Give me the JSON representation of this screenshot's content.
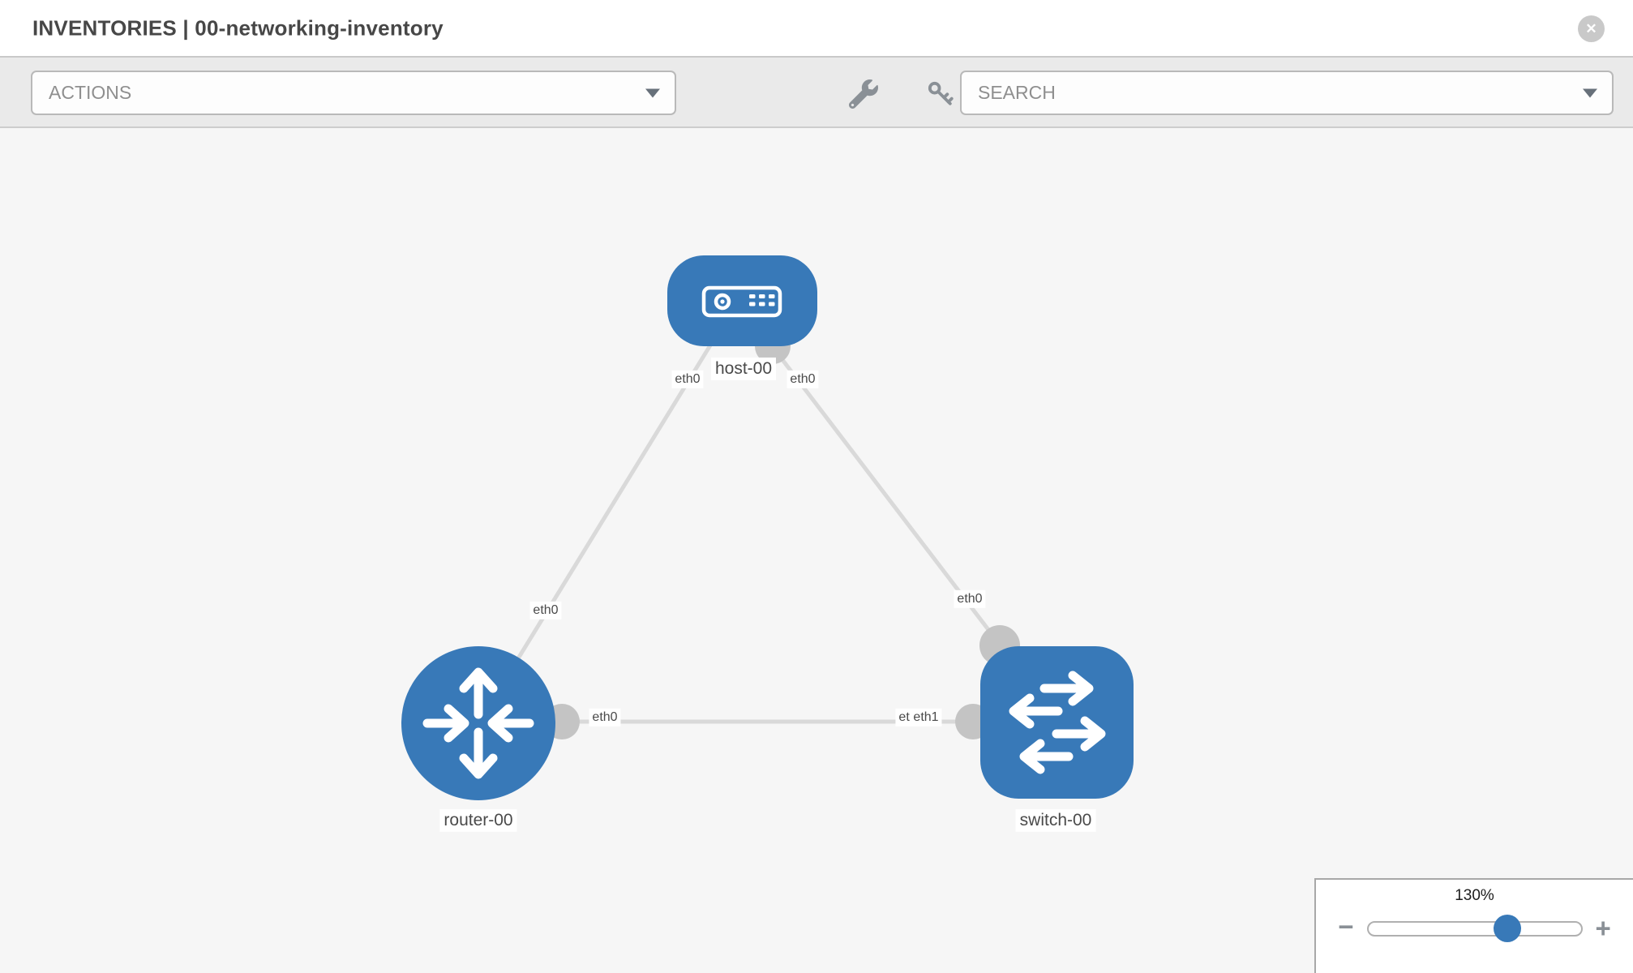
{
  "header": {
    "title": "INVENTORIES | 00-networking-inventory",
    "close_label": "✕"
  },
  "toolbar": {
    "actions_label": "ACTIONS",
    "search_label": "SEARCH",
    "icons": [
      "wrench-icon",
      "key-icon"
    ]
  },
  "topology": {
    "nodes": [
      {
        "id": "host-00",
        "type": "host",
        "label": "host-00"
      },
      {
        "id": "router-00",
        "type": "router",
        "label": "router-00"
      },
      {
        "id": "switch-00",
        "type": "switch",
        "label": "switch-00"
      }
    ],
    "links": [
      {
        "from": "router-00",
        "to": "host-00",
        "from_iface": "eth0",
        "to_iface": "eth0"
      },
      {
        "from": "host-00",
        "to": "switch-00",
        "from_iface": "eth0",
        "to_iface": "eth0"
      },
      {
        "from": "router-00",
        "to": "switch-00",
        "from_iface": "eth0",
        "to_iface": "eth1"
      }
    ],
    "interface_labels": [
      {
        "label": "eth0",
        "node": "host-00",
        "placement": "below-host-left"
      },
      {
        "label": "eth0",
        "node": "host-00",
        "placement": "below-host-right"
      },
      {
        "label": "eth0",
        "node": "router-00",
        "placement": "mid-link-to-host"
      },
      {
        "label": "eth0",
        "node": "switch-00",
        "placement": "above-switch"
      },
      {
        "label": "eth0",
        "node": "router-00",
        "placement": "right-of-router"
      },
      {
        "label": "eth0",
        "node": "switch-00",
        "placement": "left-of-switch-back"
      },
      {
        "label": "eth1",
        "node": "switch-00",
        "placement": "left-of-switch"
      }
    ]
  },
  "zoom_control": {
    "level": "130%",
    "minus_label": "−",
    "plus_label": "+"
  },
  "colors": {
    "node_blue": "#3879b8",
    "link_gray": "#d9d9d9",
    "port_gray": "#c4c4c4"
  }
}
